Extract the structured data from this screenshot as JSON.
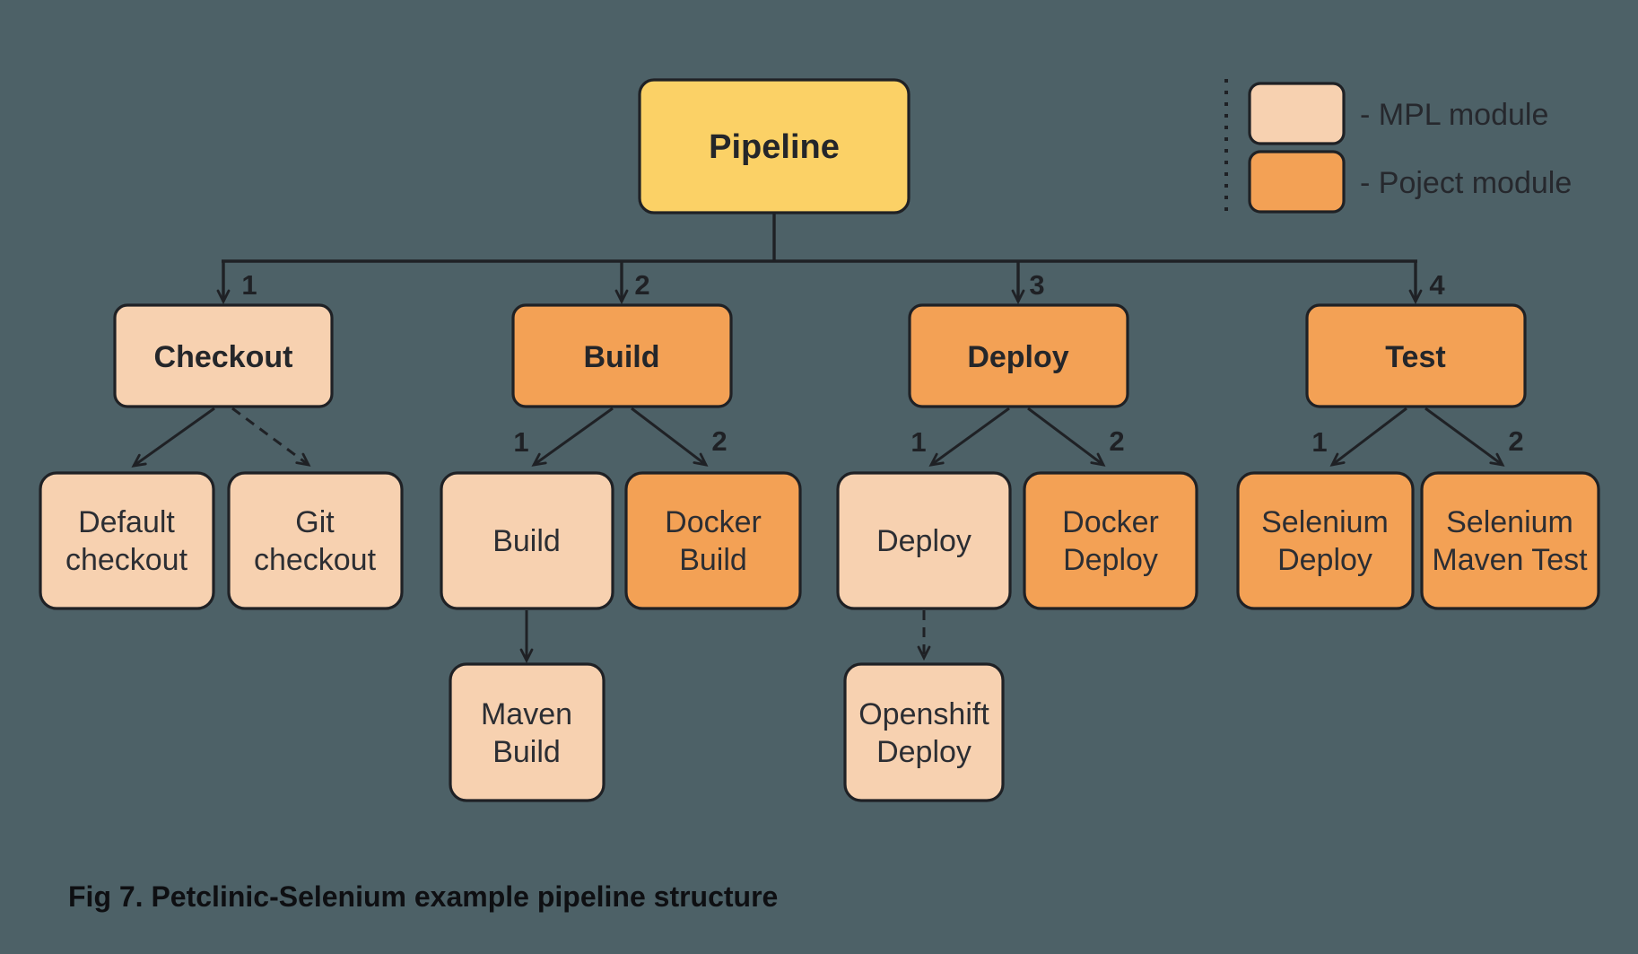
{
  "colors": {
    "background": "#4d6167",
    "pipeline_fill": "#fbd166",
    "mpl_fill": "#f7d1b0",
    "project_fill": "#f3a155",
    "stroke": "#1f2125"
  },
  "pipeline": {
    "label": "Pipeline"
  },
  "stages": {
    "checkout": {
      "label": "Checkout",
      "order": "1"
    },
    "build": {
      "label": "Build",
      "order": "2"
    },
    "deploy": {
      "label": "Deploy",
      "order": "3"
    },
    "test": {
      "label": "Test",
      "order": "4"
    }
  },
  "modules": {
    "default_checkout": {
      "line1": "Default",
      "line2": "checkout"
    },
    "git_checkout": {
      "line1": "Git",
      "line2": "checkout"
    },
    "build": {
      "label": "Build",
      "order": "1"
    },
    "docker_build": {
      "line1": "Docker",
      "line2": "Build",
      "order": "2"
    },
    "maven_build": {
      "line1": "Maven",
      "line2": "Build"
    },
    "deploy": {
      "label": "Deploy",
      "order": "1"
    },
    "docker_deploy": {
      "line1": "Docker",
      "line2": "Deploy",
      "order": "2"
    },
    "openshift_deploy": {
      "line1": "Openshift",
      "line2": "Deploy"
    },
    "selenium_deploy": {
      "line1": "Selenium",
      "line2": "Deploy",
      "order": "1"
    },
    "selenium_maven_test": {
      "line1": "Selenium",
      "line2": "Maven Test",
      "order": "2"
    }
  },
  "legend": {
    "mpl_label": "- MPL module",
    "project_label": "- Poject module"
  },
  "caption": "Fig 7. Petclinic-Selenium example pipeline structure"
}
